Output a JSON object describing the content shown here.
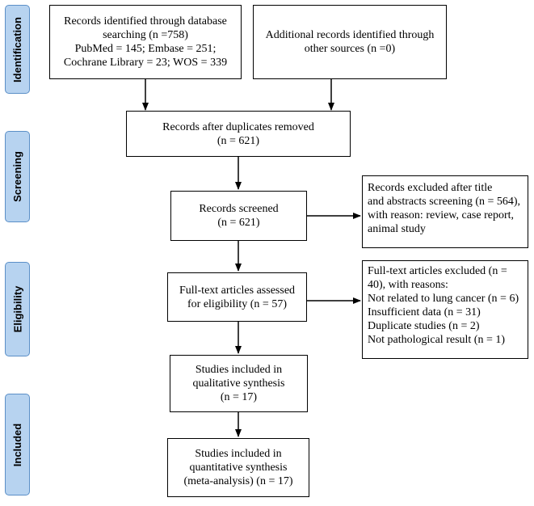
{
  "phases": {
    "identification": "Identification",
    "screening": "Screening",
    "eligibility": "Eligibility",
    "included": "Included"
  },
  "boxes": {
    "database_search": [
      "Records identified through database",
      "searching (n =758)",
      "PubMed = 145; Embase = 251;",
      "Cochrane Library = 23; WOS = 339"
    ],
    "other_sources": [
      "Additional records identified through",
      "other sources (n =0)"
    ],
    "duplicates_removed": [
      "Records after duplicates removed",
      "(n = 621)"
    ],
    "screened": [
      "Records screened",
      "(n = 621)"
    ],
    "excluded_screening": [
      "Records excluded after title",
      "and abstracts screening (n = 564),",
      "with reason: review, case report,",
      "animal study"
    ],
    "fulltext_assessed": [
      "Full-text articles assessed",
      "for eligibility (n = 57)"
    ],
    "fulltext_excluded": [
      "Full-text articles excluded (n =",
      "40), with reasons:",
      "Not related to lung cancer (n = 6)",
      "Insufficient data (n = 31)",
      "Duplicate studies (n = 2)",
      "Not pathological result (n = 1)"
    ],
    "qualitative": [
      "Studies included in",
      "qualitative synthesis",
      "(n = 17)"
    ],
    "quantitative": [
      "Studies included in",
      "quantitative synthesis",
      "(meta-analysis) (n = 17)"
    ]
  }
}
